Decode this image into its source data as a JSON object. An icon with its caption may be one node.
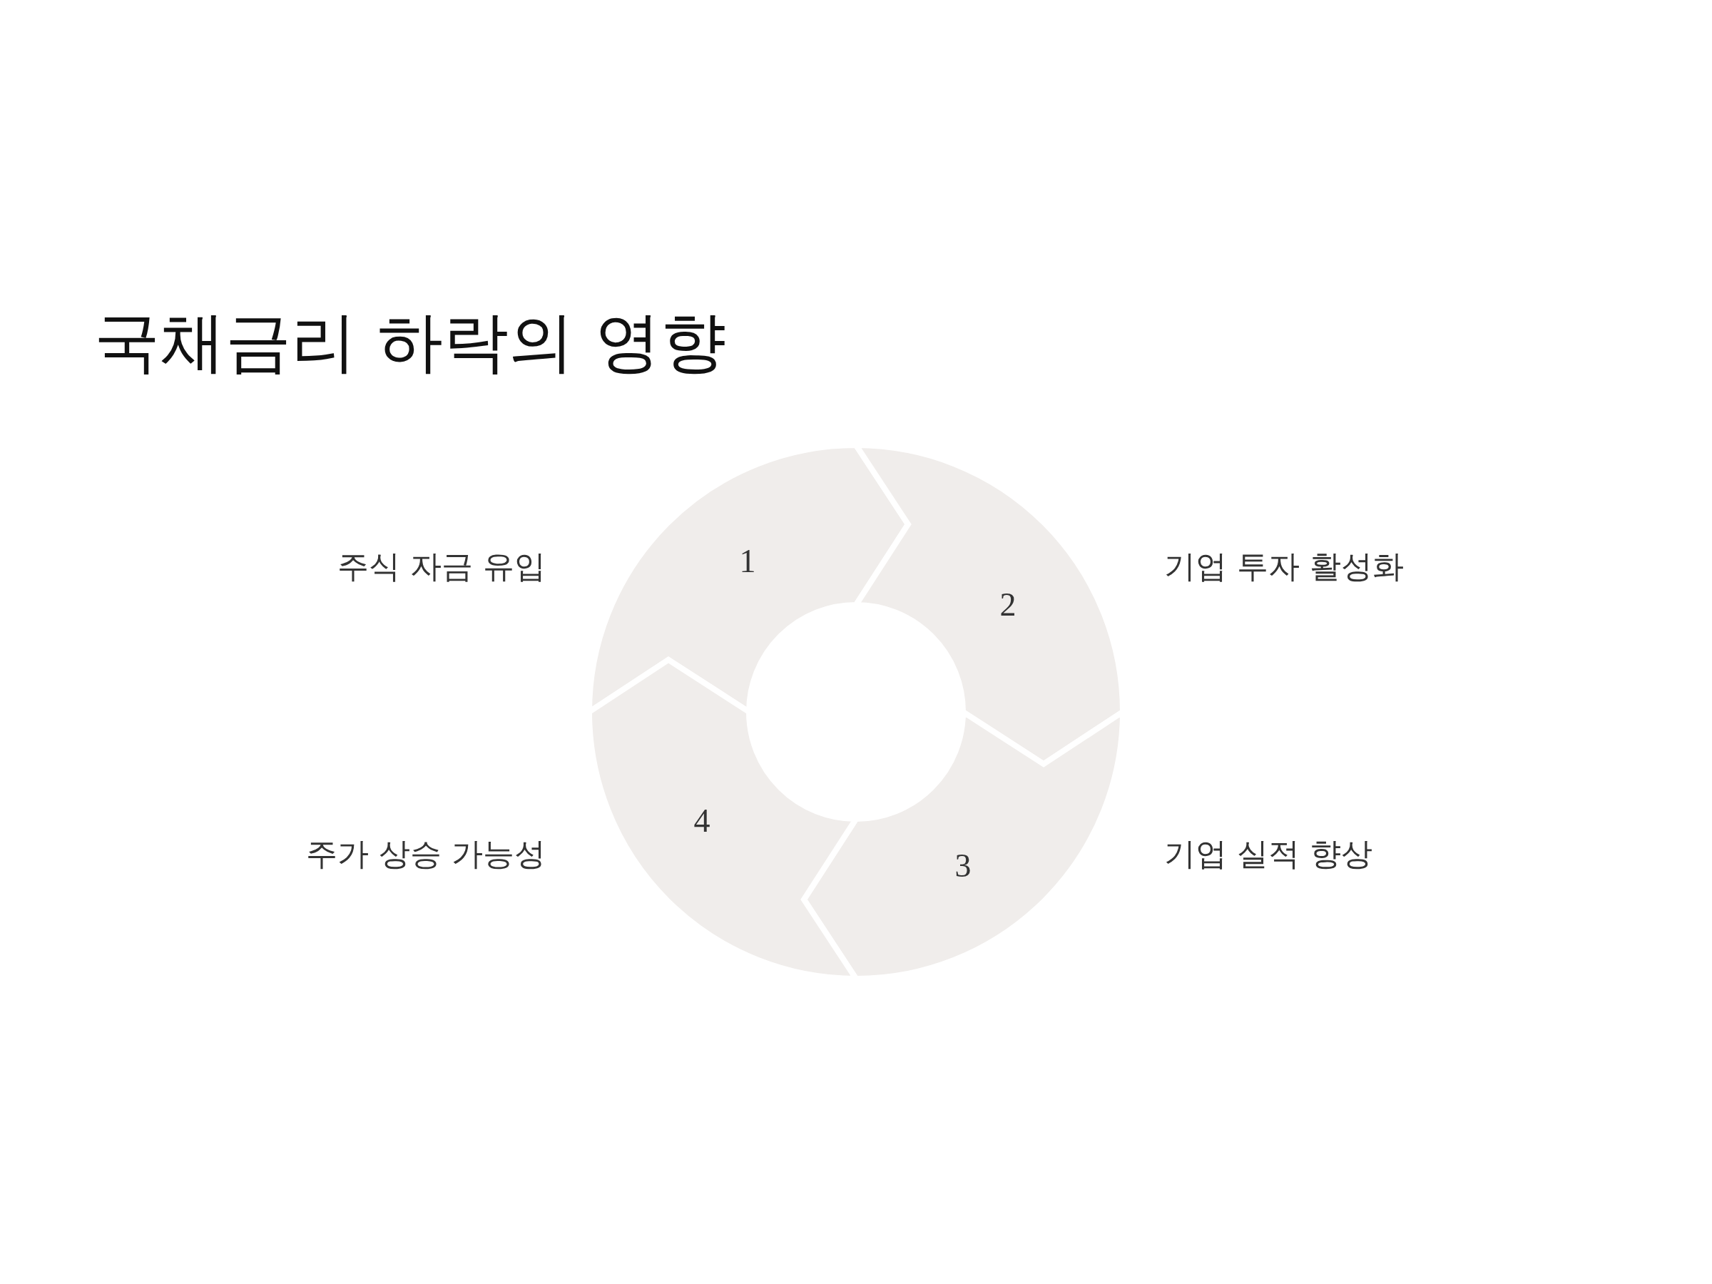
{
  "diagram": {
    "title": "국채금리 하락의 영향",
    "nodes": [
      {
        "text": [
          "1"
        ],
        "beside": [
          "주식 자금 유입"
        ]
      },
      {
        "text": [
          "2"
        ],
        "beside": [
          "기업 투자 활성화"
        ]
      },
      {
        "text": [
          "3"
        ],
        "beside": [
          "기업 실적 향상"
        ]
      },
      {
        "text": [
          "4"
        ],
        "beside": [
          "주가 상승 가능성"
        ]
      }
    ]
  }
}
